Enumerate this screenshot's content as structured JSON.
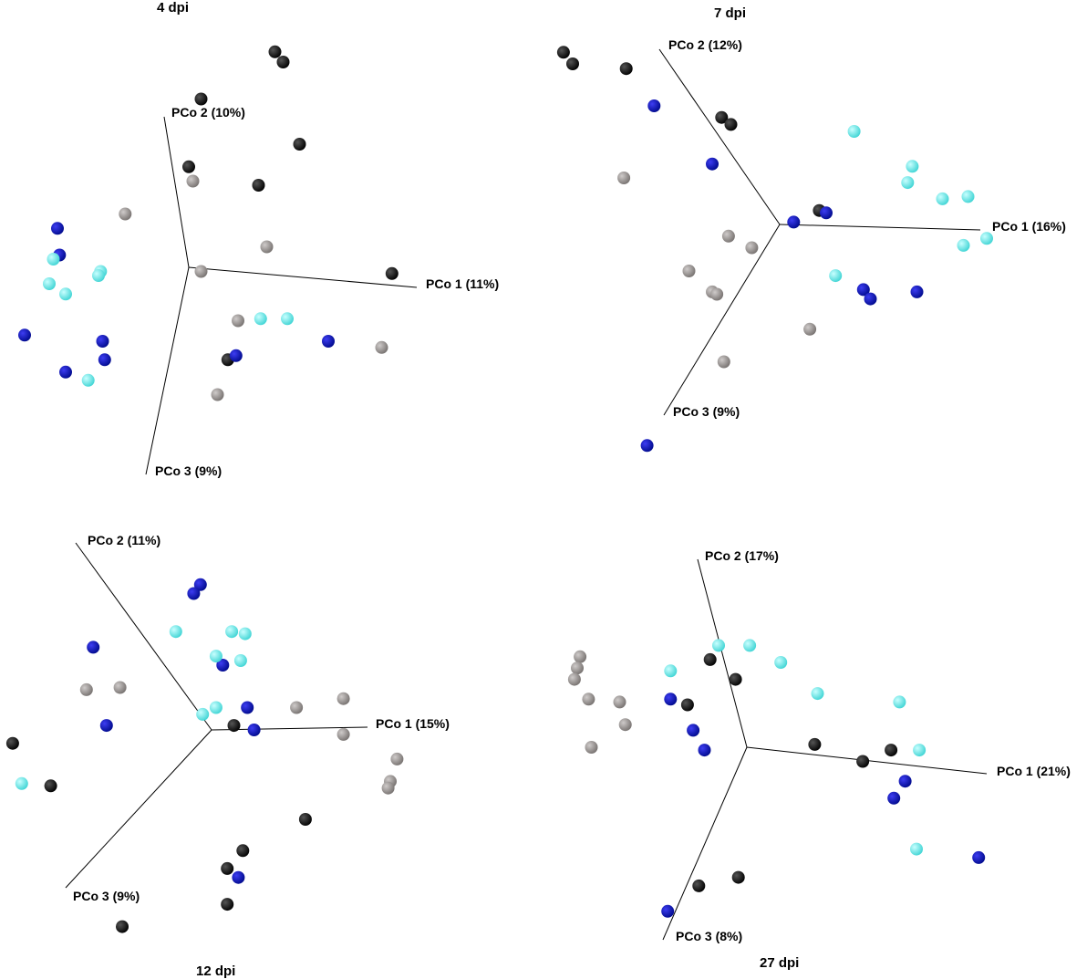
{
  "colors": {
    "black": "#000000",
    "blue": "#0a0ab4",
    "cyan": "#55e6e6",
    "grey": "#8e8a88"
  },
  "chart_data": [
    {
      "type": "scatter",
      "projection": "3d",
      "title": "4 dpi",
      "axes": [
        "PCo 1 (11%)",
        "PCo 2 (10%)",
        "PCo 3 (9%)"
      ],
      "points": [
        {
          "color": "black",
          "x": 4.2,
          "y": 10.5
        },
        {
          "color": "black",
          "x": 4.6,
          "y": 10.0
        },
        {
          "color": "black",
          "x": 0.6,
          "y": 8.2
        },
        {
          "color": "black",
          "x": 5.4,
          "y": 6.0
        },
        {
          "color": "black",
          "x": 0.0,
          "y": 4.9
        },
        {
          "color": "black",
          "x": 3.4,
          "y": 4.0
        },
        {
          "color": "black",
          "x": 9.9,
          "y": -0.3
        },
        {
          "color": "black",
          "x": 1.9,
          "y": -4.5
        },
        {
          "color": "grey",
          "x": 0.2,
          "y": 4.2
        },
        {
          "color": "grey",
          "x": -3.1,
          "y": 2.6
        },
        {
          "color": "grey",
          "x": 3.8,
          "y": 1.0
        },
        {
          "color": "grey",
          "x": 0.6,
          "y": -0.2
        },
        {
          "color": "grey",
          "x": 2.4,
          "y": -2.6
        },
        {
          "color": "grey",
          "x": 9.4,
          "y": -3.9
        },
        {
          "color": "grey",
          "x": 1.4,
          "y": -6.2
        },
        {
          "color": "blue",
          "x": -6.4,
          "y": 1.9
        },
        {
          "color": "blue",
          "x": -6.3,
          "y": 0.6
        },
        {
          "color": "blue",
          "x": -8.0,
          "y": -3.3
        },
        {
          "color": "blue",
          "x": -4.2,
          "y": -3.6
        },
        {
          "color": "blue",
          "x": -4.1,
          "y": -4.5
        },
        {
          "color": "blue",
          "x": -6.0,
          "y": -5.1
        },
        {
          "color": "blue",
          "x": 2.3,
          "y": -4.3
        },
        {
          "color": "blue",
          "x": 6.8,
          "y": -3.6
        },
        {
          "color": "cyan",
          "x": -6.6,
          "y": 0.4
        },
        {
          "color": "cyan",
          "x": -4.3,
          "y": -0.2
        },
        {
          "color": "cyan",
          "x": -4.4,
          "y": -0.4
        },
        {
          "color": "cyan",
          "x": -6.8,
          "y": -0.8
        },
        {
          "color": "cyan",
          "x": -6.0,
          "y": -1.3
        },
        {
          "color": "cyan",
          "x": -4.9,
          "y": -5.5
        },
        {
          "color": "cyan",
          "x": 3.5,
          "y": -2.5
        },
        {
          "color": "cyan",
          "x": 4.8,
          "y": -2.5
        }
      ]
    },
    {
      "type": "scatter",
      "projection": "3d",
      "title": "7 dpi",
      "axes": [
        "PCo 1 (16%)",
        "PCo 2 (12%)",
        "PCo 3 (9%)"
      ],
      "points": [
        {
          "color": "black",
          "x": -9.3,
          "y": 7.4
        },
        {
          "color": "black",
          "x": -8.9,
          "y": 6.9
        },
        {
          "color": "black",
          "x": -6.6,
          "y": 6.7
        },
        {
          "color": "black",
          "x": -2.5,
          "y": 4.6
        },
        {
          "color": "black",
          "x": -2.1,
          "y": 4.3
        },
        {
          "color": "black",
          "x": 1.7,
          "y": 0.6
        },
        {
          "color": "blue",
          "x": -5.4,
          "y": 5.1
        },
        {
          "color": "blue",
          "x": -2.9,
          "y": 2.6
        },
        {
          "color": "blue",
          "x": 2.0,
          "y": 0.5
        },
        {
          "color": "blue",
          "x": 0.6,
          "y": 0.1
        },
        {
          "color": "blue",
          "x": 3.6,
          "y": -2.8
        },
        {
          "color": "blue",
          "x": 3.9,
          "y": -3.2
        },
        {
          "color": "blue",
          "x": 5.9,
          "y": -2.9
        },
        {
          "color": "blue",
          "x": -5.7,
          "y": -9.5
        },
        {
          "color": "cyan",
          "x": 3.2,
          "y": 4.0
        },
        {
          "color": "cyan",
          "x": 5.7,
          "y": 2.5
        },
        {
          "color": "cyan",
          "x": 5.5,
          "y": 1.8
        },
        {
          "color": "cyan",
          "x": 7.0,
          "y": 1.1
        },
        {
          "color": "cyan",
          "x": 8.1,
          "y": 1.2
        },
        {
          "color": "cyan",
          "x": 8.9,
          "y": -0.6
        },
        {
          "color": "cyan",
          "x": 7.9,
          "y": -0.9
        },
        {
          "color": "cyan",
          "x": 2.4,
          "y": -2.2
        },
        {
          "color": "grey",
          "x": -6.7,
          "y": 2.0
        },
        {
          "color": "grey",
          "x": -2.2,
          "y": -0.5
        },
        {
          "color": "grey",
          "x": -1.2,
          "y": -1.0
        },
        {
          "color": "grey",
          "x": -3.9,
          "y": -2.0
        },
        {
          "color": "grey",
          "x": -2.9,
          "y": -2.9
        },
        {
          "color": "grey",
          "x": -2.7,
          "y": -3.0
        },
        {
          "color": "grey",
          "x": 1.3,
          "y": -4.5
        },
        {
          "color": "grey",
          "x": -2.4,
          "y": -5.9
        }
      ]
    },
    {
      "type": "scatter",
      "projection": "3d",
      "title": "12 dpi",
      "axes": [
        "PCo 1 (15%)",
        "PCo 2 (11%)",
        "PCo 3 (9%)"
      ],
      "points": [
        {
          "color": "blue",
          "x": -0.5,
          "y": 6.5
        },
        {
          "color": "blue",
          "x": -0.8,
          "y": 6.1
        },
        {
          "color": "blue",
          "x": -5.3,
          "y": 3.7
        },
        {
          "color": "blue",
          "x": 0.5,
          "y": 2.9
        },
        {
          "color": "blue",
          "x": 1.6,
          "y": 1.0
        },
        {
          "color": "blue",
          "x": -4.7,
          "y": 0.2
        },
        {
          "color": "blue",
          "x": 1.9,
          "y": 0.0
        },
        {
          "color": "blue",
          "x": 1.2,
          "y": -6.6
        },
        {
          "color": "cyan",
          "x": -1.6,
          "y": 4.4
        },
        {
          "color": "cyan",
          "x": 0.9,
          "y": 4.4
        },
        {
          "color": "cyan",
          "x": 1.5,
          "y": 4.3
        },
        {
          "color": "cyan",
          "x": 0.2,
          "y": 3.3
        },
        {
          "color": "cyan",
          "x": 1.3,
          "y": 3.1
        },
        {
          "color": "cyan",
          "x": 0.2,
          "y": 1.0
        },
        {
          "color": "cyan",
          "x": -0.4,
          "y": 0.7
        },
        {
          "color": "cyan",
          "x": -8.5,
          "y": -2.4
        },
        {
          "color": "grey",
          "x": -5.6,
          "y": 1.8
        },
        {
          "color": "grey",
          "x": -4.1,
          "y": 1.9
        },
        {
          "color": "grey",
          "x": 3.8,
          "y": 1.0
        },
        {
          "color": "grey",
          "x": 5.9,
          "y": 1.4
        },
        {
          "color": "grey",
          "x": 5.9,
          "y": -0.2
        },
        {
          "color": "grey",
          "x": 8.3,
          "y": -1.3
        },
        {
          "color": "grey",
          "x": 8.0,
          "y": -2.3
        },
        {
          "color": "grey",
          "x": 7.9,
          "y": -2.6
        },
        {
          "color": "black",
          "x": 1.0,
          "y": 0.2
        },
        {
          "color": "black",
          "x": -8.9,
          "y": -0.6
        },
        {
          "color": "black",
          "x": -7.2,
          "y": -2.5
        },
        {
          "color": "black",
          "x": 4.2,
          "y": -4.0
        },
        {
          "color": "black",
          "x": 1.4,
          "y": -5.4
        },
        {
          "color": "black",
          "x": 0.7,
          "y": -6.2
        },
        {
          "color": "black",
          "x": 0.7,
          "y": -7.8
        },
        {
          "color": "black",
          "x": -4.0,
          "y": -8.8
        }
      ]
    },
    {
      "type": "scatter",
      "projection": "3d",
      "title": "27 dpi",
      "axes": [
        "PCo 1 (21%)",
        "PCo 2 (17%)",
        "PCo 3 (8%)"
      ],
      "points": [
        {
          "color": "grey",
          "x": -5.9,
          "y": 3.2
        },
        {
          "color": "grey",
          "x": -6.0,
          "y": 2.8
        },
        {
          "color": "grey",
          "x": -6.1,
          "y": 2.4
        },
        {
          "color": "grey",
          "x": -5.6,
          "y": 1.7
        },
        {
          "color": "grey",
          "x": -4.5,
          "y": 1.6
        },
        {
          "color": "grey",
          "x": -4.3,
          "y": 0.8
        },
        {
          "color": "grey",
          "x": -5.5,
          "y": 0.0
        },
        {
          "color": "cyan",
          "x": -1.0,
          "y": 3.6
        },
        {
          "color": "cyan",
          "x": 0.1,
          "y": 3.6
        },
        {
          "color": "cyan",
          "x": 1.2,
          "y": 3.0
        },
        {
          "color": "cyan",
          "x": 2.5,
          "y": 1.9
        },
        {
          "color": "cyan",
          "x": -2.7,
          "y": 2.7
        },
        {
          "color": "cyan",
          "x": 5.4,
          "y": 1.6
        },
        {
          "color": "cyan",
          "x": 6.1,
          "y": -0.1
        },
        {
          "color": "cyan",
          "x": 6.0,
          "y": -3.6
        },
        {
          "color": "black",
          "x": -1.3,
          "y": 3.1
        },
        {
          "color": "black",
          "x": -0.4,
          "y": 2.4
        },
        {
          "color": "black",
          "x": -2.1,
          "y": 1.5
        },
        {
          "color": "black",
          "x": 2.4,
          "y": 0.1
        },
        {
          "color": "black",
          "x": 4.1,
          "y": -0.5
        },
        {
          "color": "black",
          "x": 5.1,
          "y": -0.1
        },
        {
          "color": "black",
          "x": -1.7,
          "y": -4.9
        },
        {
          "color": "black",
          "x": -0.3,
          "y": -4.6
        },
        {
          "color": "blue",
          "x": -2.7,
          "y": 1.7
        },
        {
          "color": "blue",
          "x": -1.9,
          "y": 0.6
        },
        {
          "color": "blue",
          "x": -1.5,
          "y": -0.1
        },
        {
          "color": "blue",
          "x": 5.6,
          "y": -1.2
        },
        {
          "color": "blue",
          "x": 5.2,
          "y": -1.8
        },
        {
          "color": "blue",
          "x": 8.2,
          "y": -3.9
        },
        {
          "color": "blue",
          "x": -2.8,
          "y": -5.8
        }
      ]
    }
  ]
}
